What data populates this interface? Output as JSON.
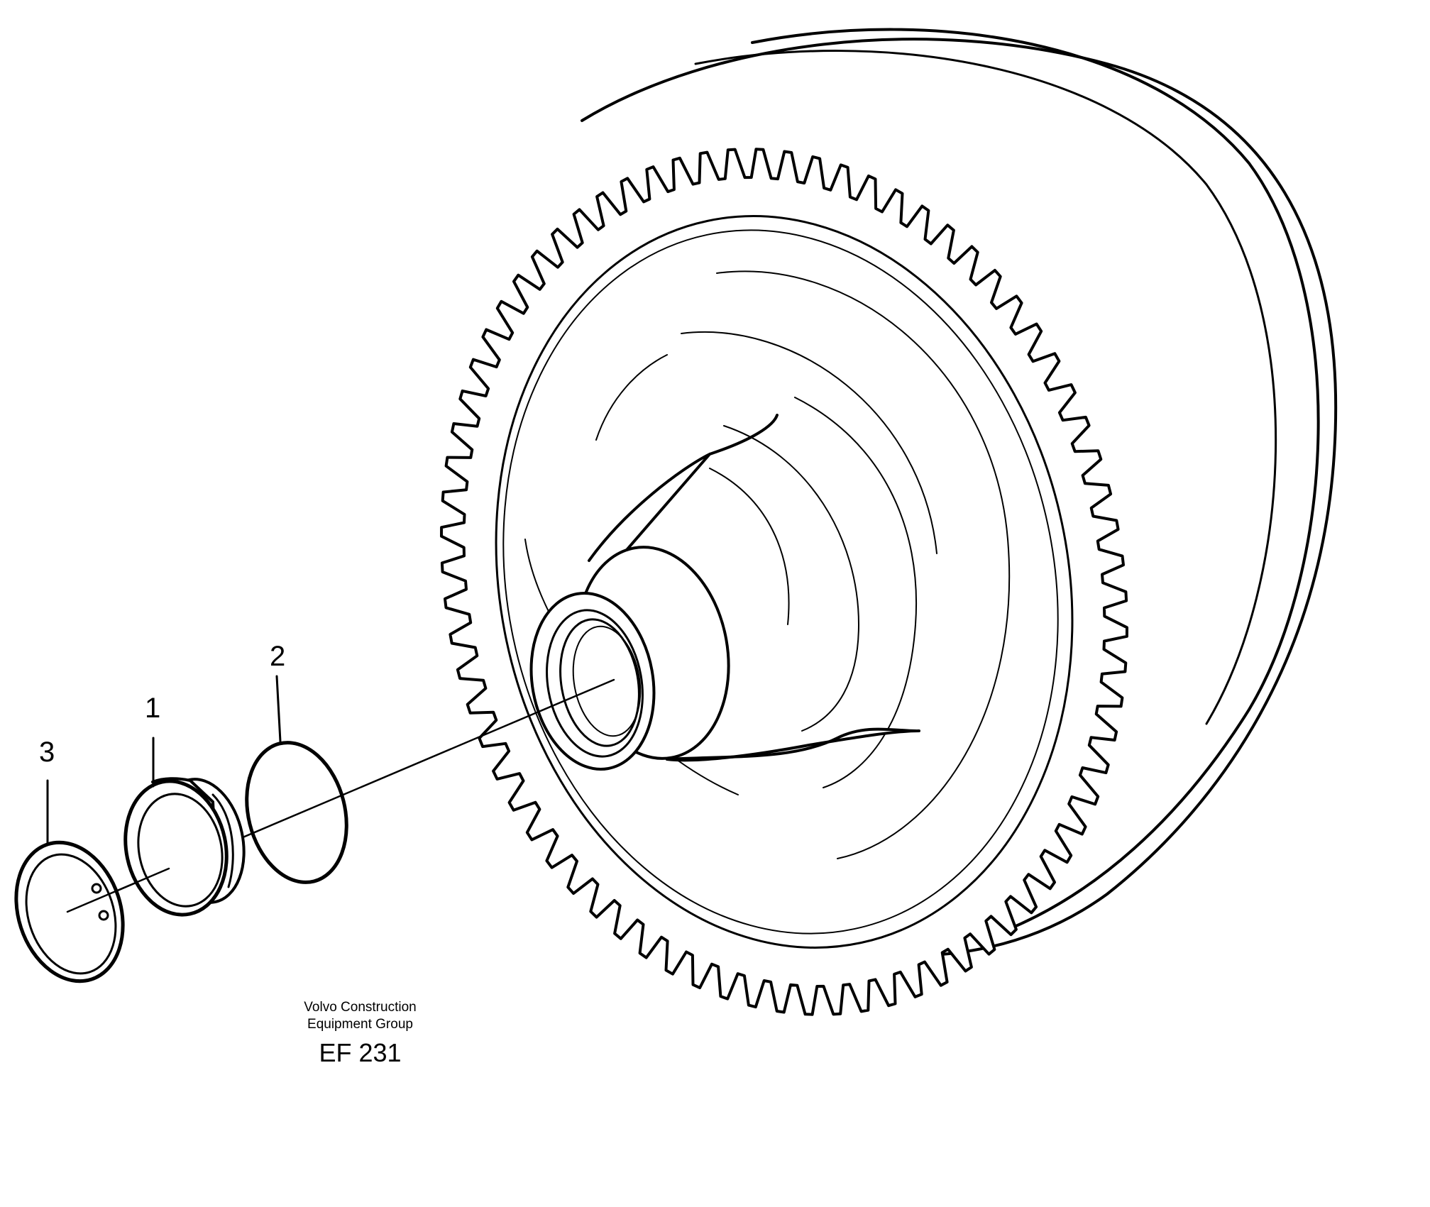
{
  "callouts": [
    {
      "id": "1",
      "label": "1"
    },
    {
      "id": "2",
      "label": "2"
    },
    {
      "id": "3",
      "label": "3"
    }
  ],
  "caption": {
    "line1": "Volvo Construction",
    "line2": "Equipment Group",
    "code": "EF 231"
  }
}
